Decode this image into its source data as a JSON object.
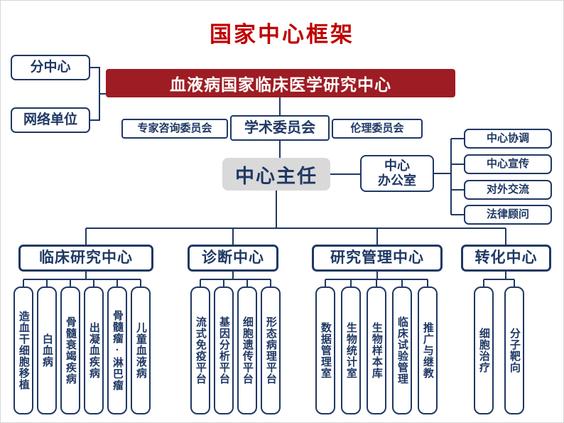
{
  "title": "国家中心框架",
  "left_branch": {
    "sub_center": "分中心",
    "network_unit": "网络单位"
  },
  "main_center": "血液病国家临床医学研究中心",
  "committees": {
    "expert": "专家咨询委员会",
    "academic": "学术委员会",
    "ethics": "伦理委员会"
  },
  "director": "中心主任",
  "office": {
    "line1": "中心",
    "line2": "办公室"
  },
  "office_functions": [
    "中心协调",
    "中心宣传",
    "对外交流",
    "法律顾问"
  ],
  "departments": [
    {
      "label": "临床研究中心",
      "children": [
        "造血干细胞移植",
        "白血病",
        "骨髓衰竭疾病",
        "出凝血疾病",
        "骨髓瘤·淋巴瘤",
        "儿童血液病"
      ]
    },
    {
      "label": "诊断中心",
      "children": [
        "流式免疫平台",
        "基因分析平台",
        "细胞遗传平台",
        "形态病理平台"
      ]
    },
    {
      "label": "研究管理中心",
      "children": [
        "数据管理室",
        "生物统计室",
        "生物样本库",
        "临床试验管理",
        "推广与继教"
      ]
    },
    {
      "label": "转化中心",
      "children": [
        "细胞治疗",
        "分子靶向"
      ]
    }
  ],
  "colors": {
    "title_red": "#c00000",
    "main_bg": "#9e1c23",
    "navy": "#1f3864",
    "director_bg": "#d9d9d9"
  }
}
